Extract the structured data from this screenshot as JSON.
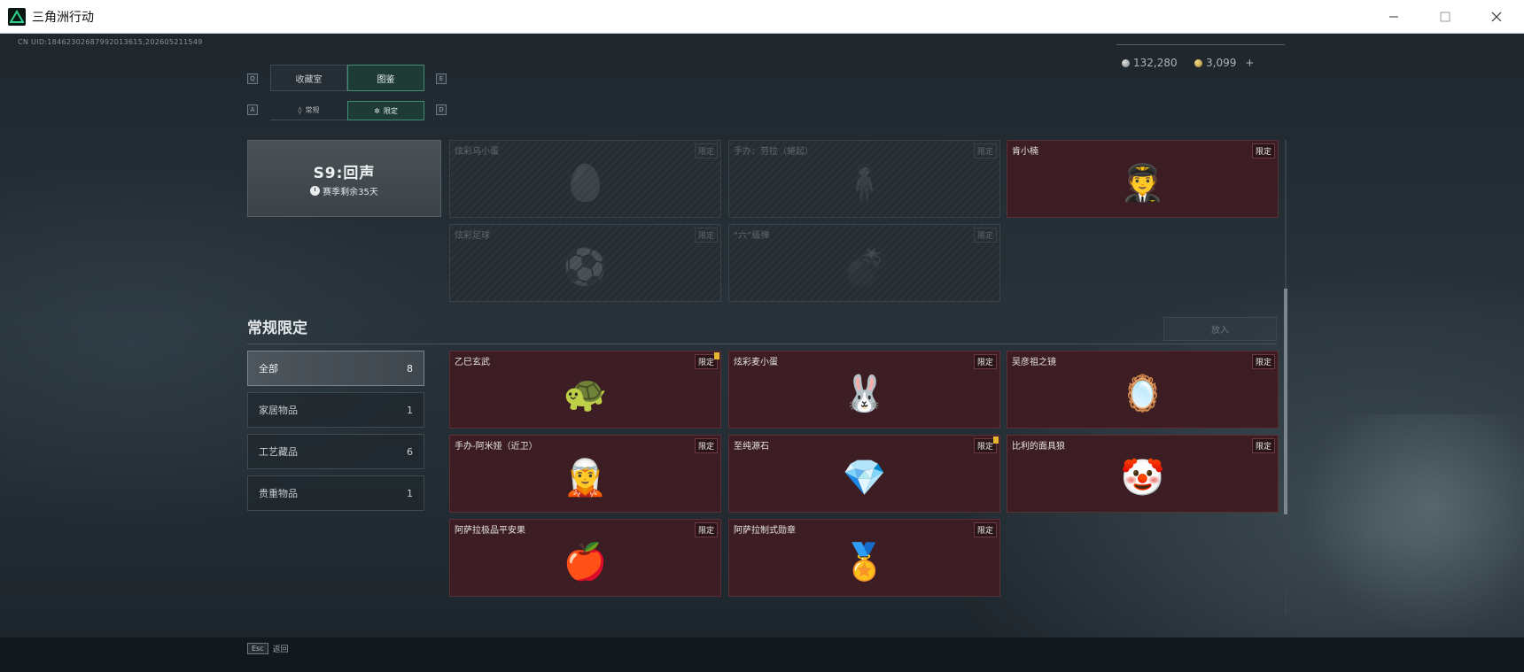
{
  "window": {
    "title": "三角洲行动",
    "min_icon": "minimize-icon",
    "max_icon": "maximize-icon",
    "close_icon": "close-icon"
  },
  "header": {
    "uid": "CN UID:18462302687992013615,202605211549",
    "currency1": "132,280",
    "currency2": "3,099",
    "currency2_add": "+"
  },
  "tabs": {
    "key_left": "Q",
    "key_right": "E",
    "items": [
      {
        "label": "收藏室",
        "active": false
      },
      {
        "label": "图鉴",
        "active": true
      }
    ]
  },
  "subtabs": {
    "key_left": "A",
    "key_right": "D",
    "items": [
      {
        "label": "常规",
        "active": false
      },
      {
        "label": "限定",
        "active": true
      }
    ]
  },
  "season": {
    "title": "S9:回声",
    "remaining": "赛季剩余35天"
  },
  "season_cards": [
    {
      "name": "炫彩乌小蛋",
      "tag": "限定",
      "locked": true,
      "icon": "egg-figure-icon"
    },
    {
      "name": "手办：劳拉（蜷起）",
      "tag": "限定",
      "locked": true,
      "icon": "figure-icon"
    },
    {
      "name": "肯小楠",
      "tag": "限定",
      "locked": false,
      "icon": "chibi-figure-icon"
    },
    {
      "name": "炫彩足球",
      "tag": "限定",
      "locked": true,
      "icon": "football-icon"
    },
    {
      "name": "“六”级弹",
      "tag": "限定",
      "locked": true,
      "icon": "bullet-icon"
    }
  ],
  "section": {
    "title": "常规限定",
    "placein_label": "放入"
  },
  "categories": [
    {
      "label": "全部",
      "count": "8",
      "active": true
    },
    {
      "label": "家居物品",
      "count": "1",
      "active": false
    },
    {
      "label": "工艺藏品",
      "count": "6",
      "active": false
    },
    {
      "label": "贵重物品",
      "count": "1",
      "active": false
    }
  ],
  "regular_cards": [
    {
      "name": "乙巳玄武",
      "tag": "限定",
      "alert": true,
      "icon": "golden-turtle-icon",
      "glyph": "🐢"
    },
    {
      "name": "炫彩麦小蛋",
      "tag": "限定",
      "alert": false,
      "icon": "rabbit-egg-icon",
      "glyph": "🐰"
    },
    {
      "name": "吴彦祖之镜",
      "tag": "限定",
      "alert": false,
      "icon": "compact-mirror-icon",
      "glyph": "🪞"
    },
    {
      "name": "手办-阿米娅（近卫）",
      "tag": "限定",
      "alert": false,
      "icon": "amiya-figure-icon",
      "glyph": "🧝"
    },
    {
      "name": "至纯源石",
      "tag": "限定",
      "alert": true,
      "icon": "originium-icon",
      "glyph": "💎"
    },
    {
      "name": "比利的面具狼",
      "tag": "限定",
      "alert": false,
      "icon": "puppet-icon",
      "glyph": "🤡"
    },
    {
      "name": "阿萨拉极品平安果",
      "tag": "限定",
      "alert": false,
      "icon": "apple-icon",
      "glyph": "🍎"
    },
    {
      "name": "阿萨拉制式勋章",
      "tag": "限定",
      "alert": false,
      "icon": "medal-icon",
      "glyph": "🏅"
    }
  ],
  "footer": {
    "esc_key": "Esc",
    "back_label": "返回"
  }
}
